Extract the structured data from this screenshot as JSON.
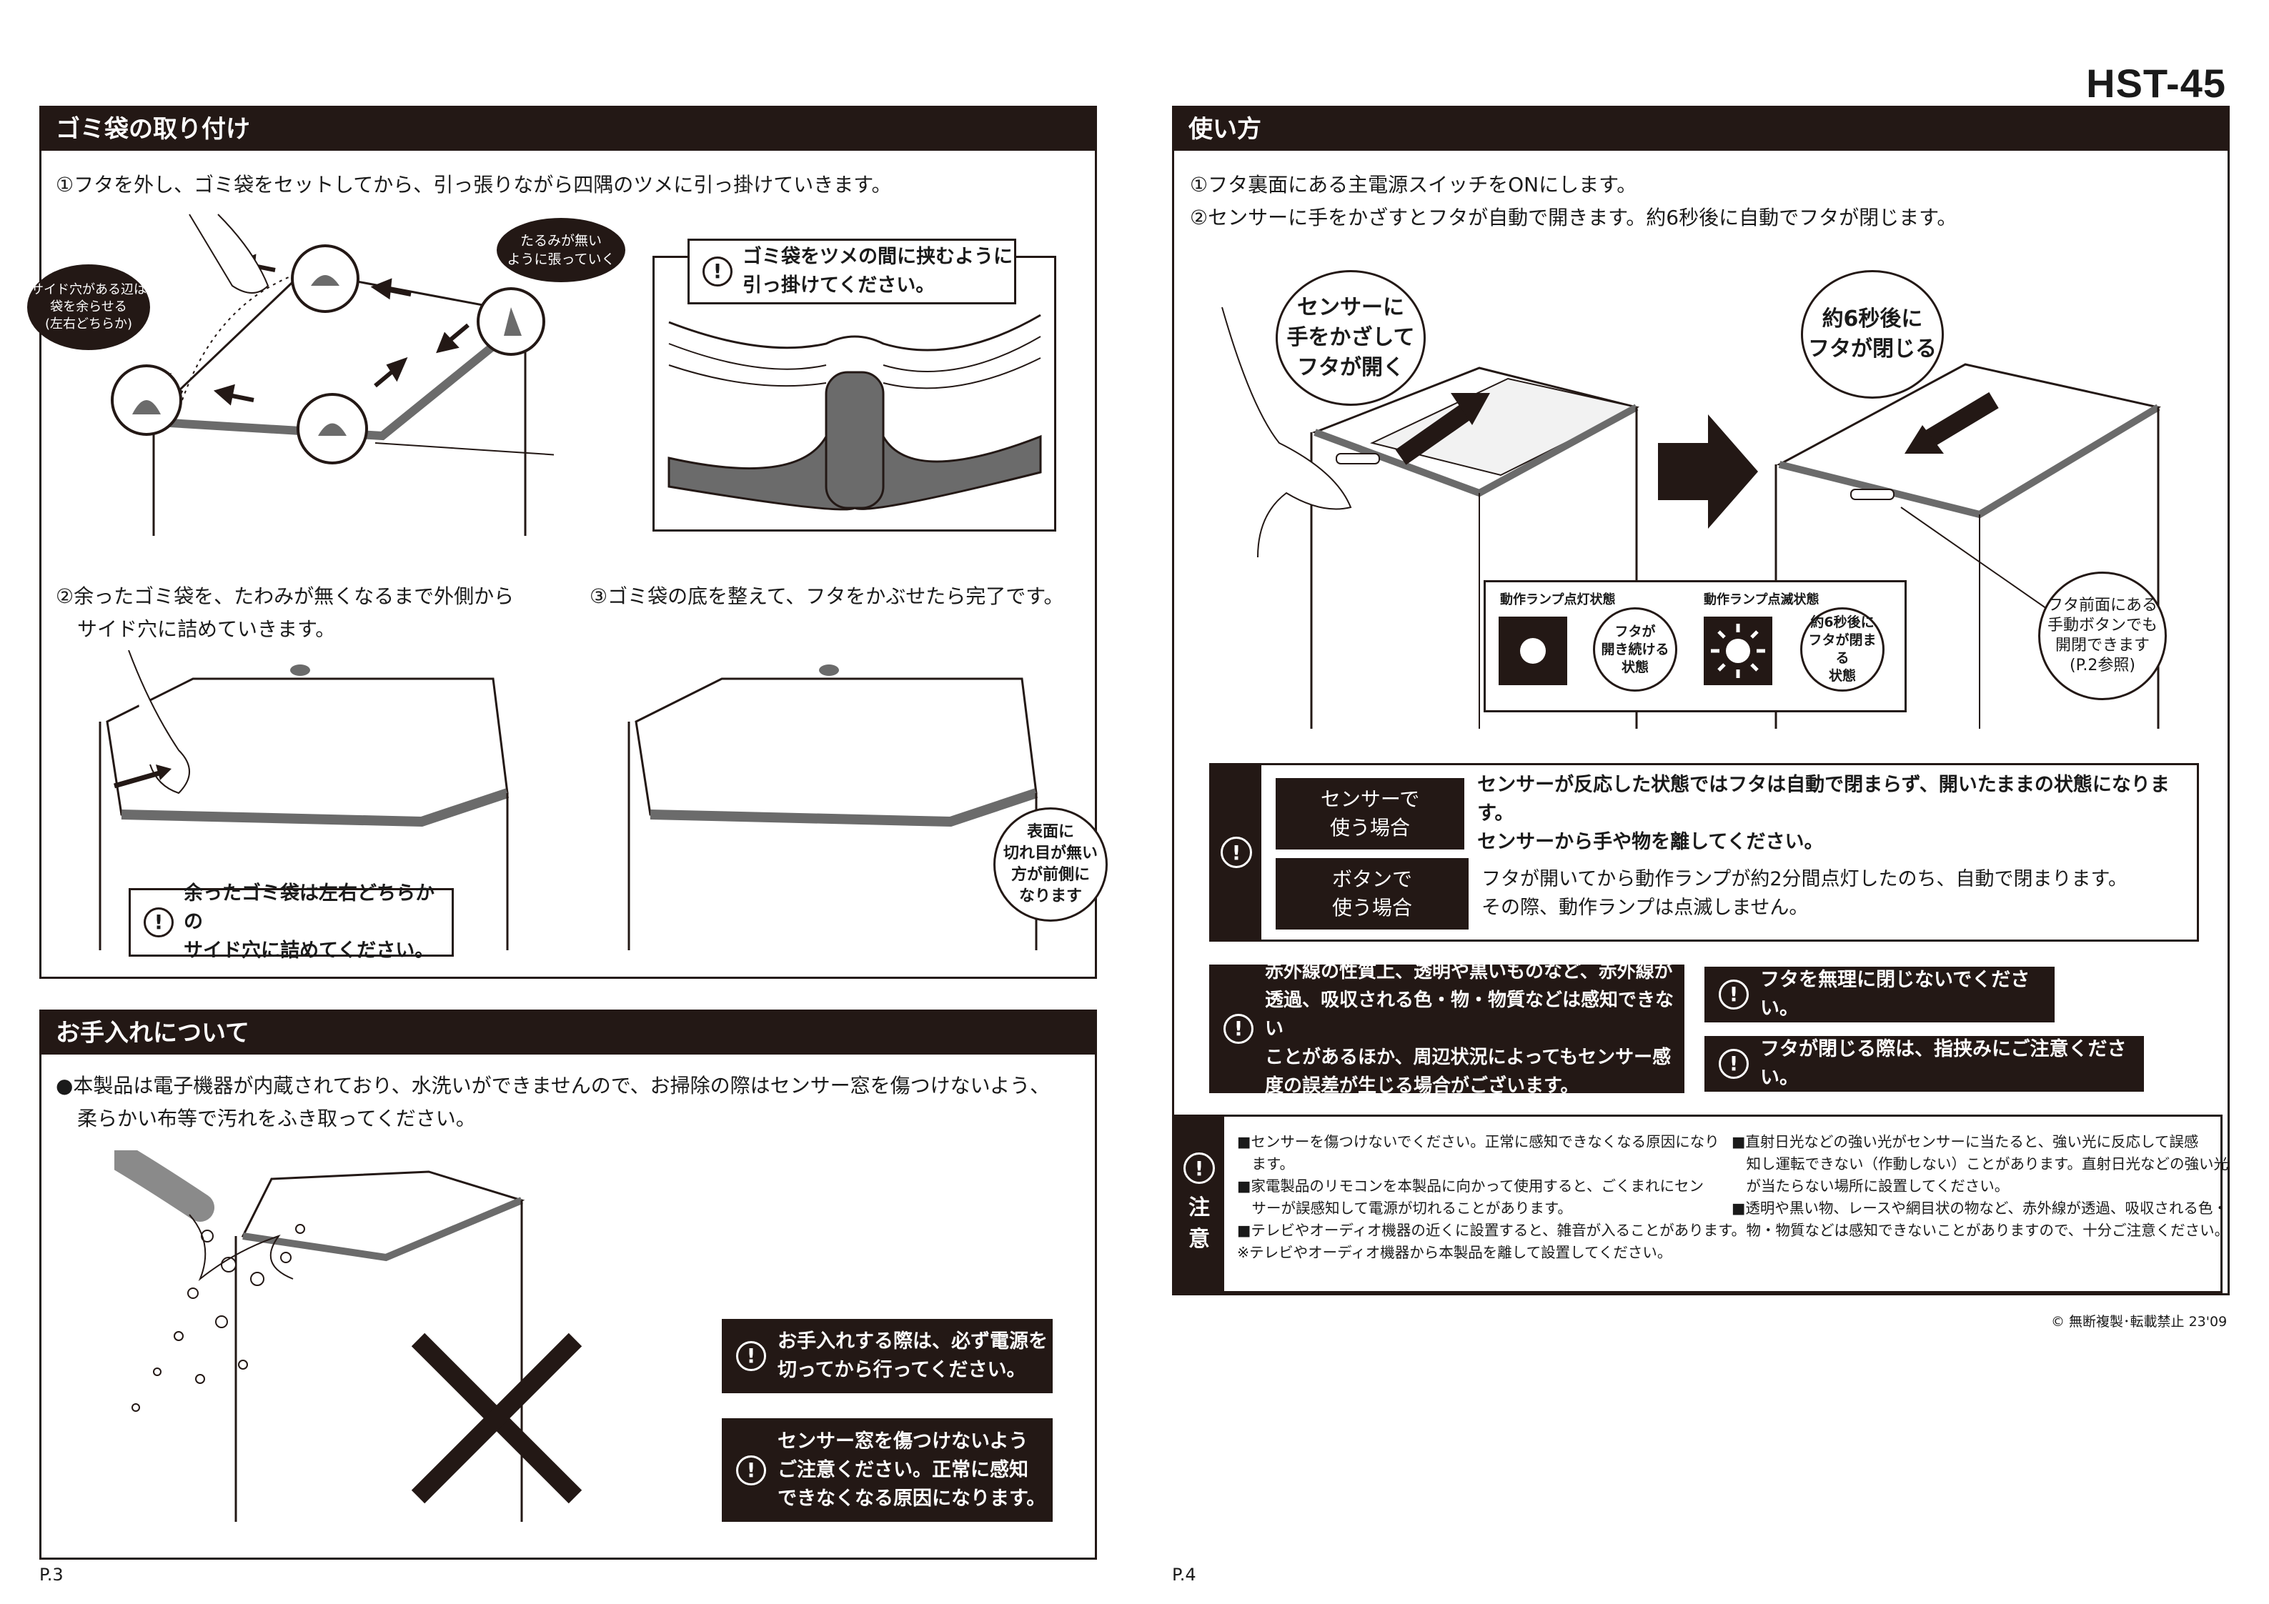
{
  "model": "HST-45",
  "left_page": {
    "page_no": "P.3",
    "install": {
      "title": "ゴミ袋の取り付け",
      "step1": "①フタを外し、ゴミ袋をセットしてから、引っ張りながら四隅のツメに引っ掛けていきます。",
      "bubble_side": [
        "サイド穴がある辺は",
        "袋を余らせる",
        "(左右どちらか)"
      ],
      "bubble_tension": [
        "たるみが無い",
        "ように張っていく"
      ],
      "note_hook": [
        "ゴミ袋をツメの間に挟むように",
        "引っ掛けてください。"
      ],
      "step2": [
        "②余ったゴミ袋を、たわみが無くなるまで外側から",
        "サイド穴に詰めていきます。"
      ],
      "step3": "③ゴミ袋の底を整えて、フタをかぶせたら完了です。",
      "note_side": [
        "余ったゴミ袋は左右どちらかの",
        "サイド穴に詰めてください。"
      ],
      "bubble_front": [
        "表面に",
        "切れ目が無い",
        "方が前側に",
        "なります"
      ]
    },
    "care": {
      "title": "お手入れについて",
      "text": [
        "●本製品は電子機器が内蔵されており、水洗いができませんので、お掃除の際はセンサー窓を傷つけないよう、",
        "柔らかい布等で汚れをふき取ってください。"
      ],
      "warn_power": [
        "お手入れする際は、必ず電源を",
        "切ってから行ってください。"
      ],
      "warn_sensor": [
        "センサー窓を傷つけないよう",
        "ご注意ください。正常に感知",
        "できなくなる原因になります。"
      ]
    }
  },
  "right_page": {
    "page_no": "P.4",
    "usage": {
      "title": "使い方",
      "step1": "①フタ裏面にある主電源スイッチをONにします。",
      "step2": "②センサーに手をかざすとフタが自動で開きます。約6秒後に自動でフタが閉じます。",
      "bubble_open": [
        "センサーに",
        "手をかざして",
        "フタが開く"
      ],
      "bubble_close": [
        "約6秒後に",
        "フタが閉じる"
      ],
      "bubble_button": [
        "フタ前面にある",
        "手動ボタンでも",
        "開閉できます",
        "(P.2参照)"
      ],
      "lamp_on_title": "動作ランプ点灯状態",
      "lamp_blink_title": "動作ランプ点滅状態",
      "lamp_on_text": [
        "フタが",
        "開き続ける",
        "状態"
      ],
      "lamp_blink_text": [
        "約6秒後に",
        "フタが閉まる",
        "状態"
      ],
      "modes": [
        {
          "label": [
            "センサーで",
            "使う場合"
          ],
          "text": [
            "センサーが反応した状態ではフタは自動で閉まらず、開いたままの状態になります。",
            "センサーから手や物を離してください。"
          ]
        },
        {
          "label": [
            "ボタンで",
            "使う場合"
          ],
          "text": [
            "フタが開いてから動作ランプが約2分間点灯したのち、自動で閉まります。",
            "その際、動作ランプは点滅しません。"
          ]
        }
      ],
      "warn_infrared": [
        "赤外線の性質上、透明や黒いものなど、赤外線が",
        "透過、吸収される色・物・物質などは感知できない",
        "ことがあるほか、周辺状況によってもセンサー感",
        "度の誤差が生じる場合がございます。"
      ],
      "warn_force": "フタを無理に閉じないでください。",
      "warn_pinch": "フタが閉じる際は、指挟みにご注意ください。",
      "caution_label": [
        "注",
        "意"
      ],
      "caution_left": [
        "■センサーを傷つけないでください。正常に感知できなくなる原因になり",
        "　ます。",
        "■家電製品のリモコンを本製品に向かって使用すると、ごくまれにセン",
        "　サーが誤感知して電源が切れることがあります。",
        "■テレビやオーディオ機器の近くに設置すると、雑音が入ることがあります。",
        "※テレビやオーディオ機器から本製品を離して設置してください。"
      ],
      "caution_right": [
        "■直射日光などの強い光がセンサーに当たると、強い光に反応して誤感",
        "　知し運転できない（作動しない）ことがあります。直射日光などの強い光",
        "　が当たらない場所に設置してください。",
        "■透明や黒い物、レースや網目状の物など、赤外線が透過、吸収される色・",
        "　物・物質などは感知できないことがありますので、十分ご注意ください。"
      ]
    },
    "copyright": "© 無断複製･転載禁止  23'09"
  },
  "icons": {
    "warning": "!",
    "x_mark": "x-mark-icon"
  },
  "colors": {
    "ink": "#231815",
    "paper": "#ffffff",
    "gray": "#6b6b6b"
  }
}
